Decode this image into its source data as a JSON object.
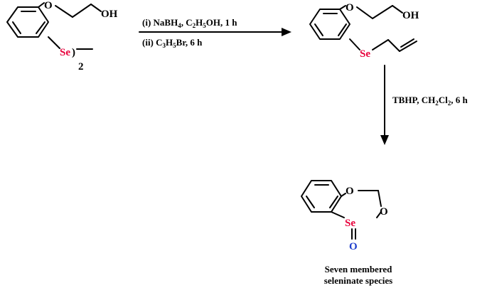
{
  "reactant": {
    "atom_o": "O",
    "atom_oh": "OH",
    "atom_se": "Se",
    "bracket": ")",
    "multiplier": "2"
  },
  "step1": {
    "cond1_prefix": "(i) NaBH",
    "cond1_sub_a": "4",
    "cond1_mid": ", C",
    "cond1_sub_b": "2",
    "cond1_h": "H",
    "cond1_sub_c": "5",
    "cond1_suffix": "OH, 1 h",
    "cond2_prefix": "(ii) C",
    "cond2_sub_a": "3",
    "cond2_h": "H",
    "cond2_sub_b": "5",
    "cond2_suffix": "Br, 6 h"
  },
  "intermediate": {
    "atom_o": "O",
    "atom_oh": "OH",
    "atom_se": "Se"
  },
  "step2": {
    "prefix": "TBHP, CH",
    "sub_a": "2",
    "cl": "Cl",
    "sub_b": "2",
    "suffix": ", 6 h"
  },
  "product": {
    "atom_o_top": "O",
    "atom_o_ring": "O",
    "atom_se": "Se",
    "atom_o_oxide": "O",
    "caption_line1": "Seven membered",
    "caption_line2": "seleninate species"
  },
  "colors": {
    "bond": "#000000",
    "selenium": "#e8003b",
    "oxygen_oxide": "#1f3fcc",
    "text": "#000000"
  }
}
